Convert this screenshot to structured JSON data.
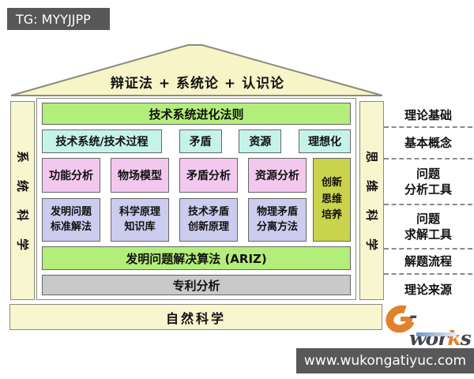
{
  "tag_label": "TG: MYYJJPP",
  "watermark_url": "www.wukongatiyuc.com",
  "house": {
    "roof_label": "辩证法 + 系统论 + 认识论",
    "left_pillar": "系统科学",
    "right_pillar": "思维科学",
    "foundation": "自然科学",
    "evolution_bar": "技术系统进化法则",
    "concept_boxes": [
      "技术系统/技术过程",
      "矛盾",
      "资源",
      "理想化"
    ],
    "analysis_boxes": [
      "功能分析",
      "物场模型",
      "矛盾分析",
      "资源分析"
    ],
    "solving_boxes": [
      "发明问题\n标准解法",
      "科学原理\n知识库",
      "技术矛盾\n创新原理",
      "物理矛盾\n分离方法"
    ],
    "innovation_box": "创新\n思维\n培养",
    "ariz_bar": "发明问题解决算法 (ARIZ)",
    "patent_bar": "专利分析"
  },
  "side_labels": [
    "理论基础",
    "基本概念",
    "问题\n分析工具",
    "问题\n求解工具",
    "解题流程",
    "理论来源"
  ],
  "logo": {
    "dash_wor": "-wor",
    "k": "k",
    "s": "s"
  },
  "colors": {
    "tag_bg": "#58585a",
    "roof_fill": "#f7f5c8",
    "pillar_fill": "#f8f6cf",
    "green": "#b4ee7a",
    "cyan": "#c5f3ea",
    "pink": "#f3c8ee",
    "lavender": "#ccccee",
    "olive": "#c9d34b",
    "gray_bar": "#c9c9c9",
    "logo_orange": "#e0812c",
    "watermark_bg": "#58585a"
  }
}
